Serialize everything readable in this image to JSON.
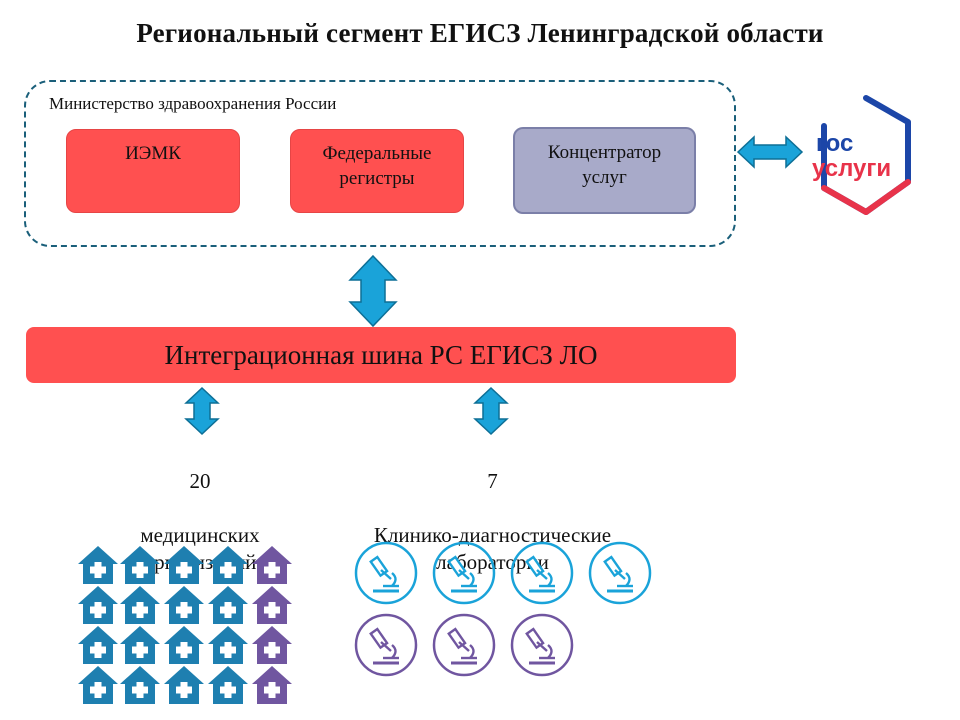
{
  "title": "Региональный сегмент ЕГИСЗ Ленинградской области",
  "ministry": {
    "label": "Министерство  здравоохранения  России",
    "nodes": [
      "ИЭМК",
      "Федеральные\nрегистры",
      "Концентратор\nуслуг"
    ]
  },
  "gosuslugi": {
    "line1": "гос",
    "line2": "услуги"
  },
  "bus": {
    "label": "Интеграционная шина РС ЕГИСЗ ЛО"
  },
  "medical": {
    "count": "20",
    "label": "медицинских\nорганизаций",
    "total": 20,
    "highlighted": 4
  },
  "labs": {
    "count": "7",
    "label": "Клинико-диагностические\nлаборатории",
    "total": 7,
    "highlighted": 3
  },
  "colors": {
    "blue": "#1e7fb0",
    "purple": "#7056a0",
    "red_block": "#ff5050",
    "gray_block": "#a8aac9",
    "gos_blue": "#1c46a8",
    "gos_red": "#e8334a",
    "arrow": "#1aa3d9"
  }
}
